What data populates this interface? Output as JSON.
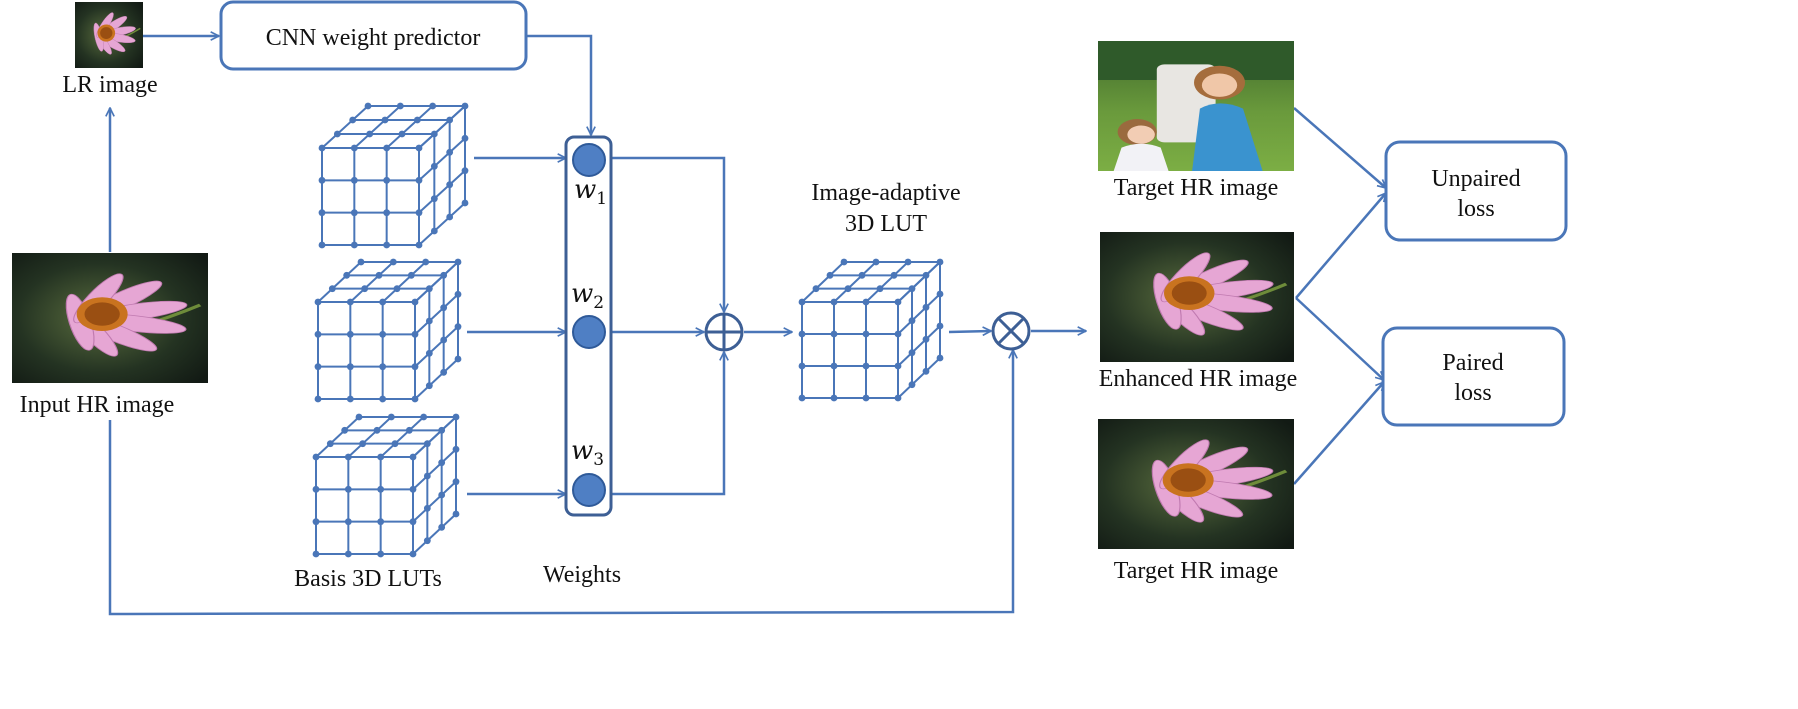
{
  "colors": {
    "accent": "#4a76b8",
    "node_fill": "#4f7fc4",
    "text": "#111111"
  },
  "labels": {
    "lr_image": "LR image",
    "input_hr": "Input HR image",
    "cnn": "CNN weight predictor",
    "basis": "Basis 3D LUTs",
    "weights": "Weights",
    "adaptive_line1": "Image-adaptive",
    "adaptive_line2": "3D LUT",
    "target_top": "Target HR image",
    "enhanced": "Enhanced HR image",
    "target_bottom": "Target HR image",
    "unpaired_line1": "Unpaired",
    "unpaired_line2": "loss",
    "paired_line1": "Paired",
    "paired_line2": "loss"
  },
  "weights": [
    {
      "symbol": "w",
      "sub": "1"
    },
    {
      "symbol": "w",
      "sub": "2"
    },
    {
      "symbol": "w",
      "sub": "3"
    }
  ],
  "icons": {
    "sum": "circle-plus-icon",
    "multiply": "circle-times-icon"
  }
}
